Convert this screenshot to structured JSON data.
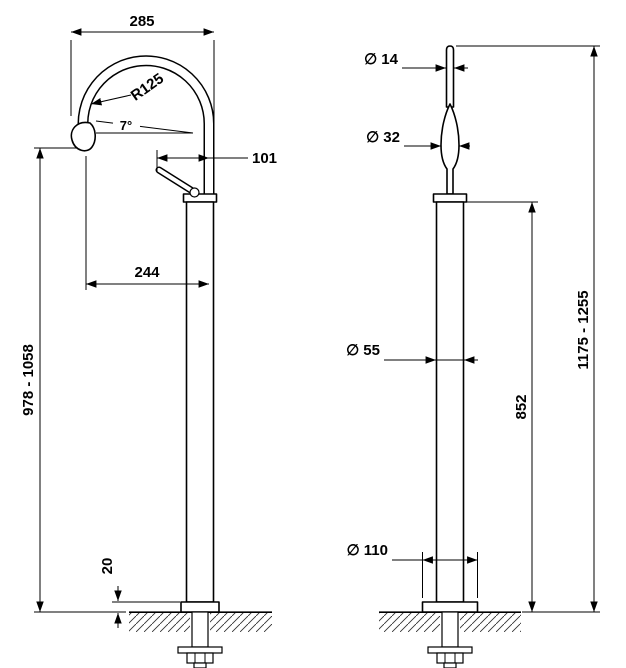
{
  "drawing": {
    "background": "#ffffff",
    "line_color": "#000000",
    "subject": "floor-standing basin mixer tap",
    "views": {
      "side_view": {
        "name": "side-view",
        "dimensions": {
          "spout_width": "285",
          "spout_radius": "R125",
          "spout_angle": "7°",
          "handle_offset": "101",
          "spout_reach": "244",
          "spout_height_range": "978 - 1058",
          "base_plate_height": "20"
        }
      },
      "front_view": {
        "name": "front-view",
        "dimensions": {
          "outlet_diameter": "∅ 14",
          "spout_tip_diameter": "∅ 32",
          "column_diameter": "∅ 55",
          "base_diameter": "∅ 110",
          "column_height": "852",
          "total_height_range": "1175 - 1255"
        }
      }
    }
  }
}
